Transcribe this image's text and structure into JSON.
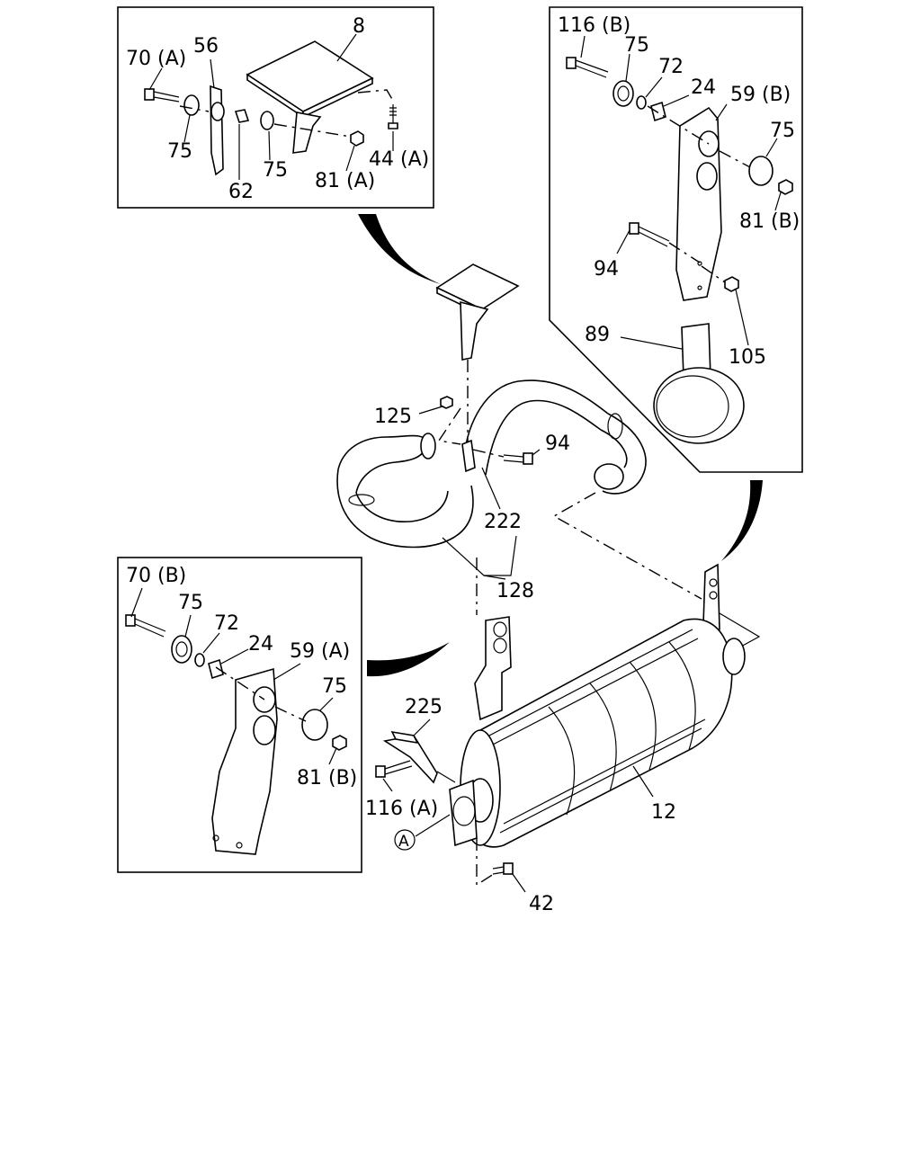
{
  "callouts": {
    "c8": "8",
    "c56": "56",
    "c70a": "70 (A)",
    "c75_tl1": "75",
    "c62": "62",
    "c75_tl2": "75",
    "c81a": "81 (A)",
    "c44a": "44 (A)",
    "c116b": "116 (B)",
    "c75_tr1": "75",
    "c72_tr": "72",
    "c24_tr": "24",
    "c59b": "59 (B)",
    "c75_tr2": "75",
    "c81b_tr": "81 (B)",
    "c94_tr": "94",
    "c89": "89",
    "c105": "105",
    "c125": "125",
    "c94_mid": "94",
    "c222": "222",
    "c128": "128",
    "c70b": "70 (B)",
    "c75_bl1": "75",
    "c72_bl": "72",
    "c24_bl": "24",
    "c59a": "59 (A)",
    "c75_bl2": "75",
    "c81b_bl": "81 (B)",
    "c225": "225",
    "c116a": "116 (A)",
    "cA": "A",
    "c12": "12",
    "c42": "42"
  }
}
